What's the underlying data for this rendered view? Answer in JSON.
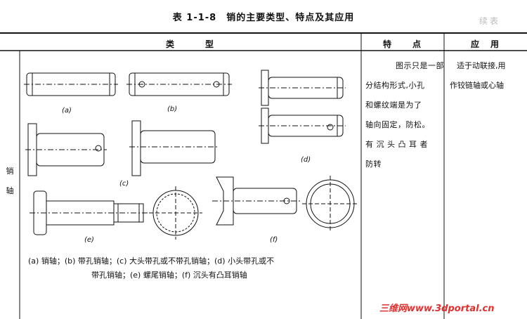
{
  "table": {
    "title": "表 1-1-8　销的主要类型、特点及其应用",
    "continued": "续表",
    "headers": {
      "type": "类　　　型",
      "feature": "特　　点",
      "application": "应　用"
    },
    "row_label": [
      "销",
      "轴"
    ],
    "figure_labels": {
      "a": "(a)",
      "b": "(b)",
      "c": "(c)",
      "d": "(d)",
      "e": "(e)",
      "f": "(f)"
    },
    "caption": [
      "(a) 销轴；(b) 带孔销轴；(c) 大头带孔或不带孔销轴；(d) 小头带孔或不",
      "带孔销轴；(e) 螺尾销轴；(f) 沉头有凸耳销轴"
    ],
    "features": [
      "图示只是一部",
      "分结构形式,小孔",
      "和螺纹端是为了",
      "轴向固定，防松。",
      "有 沉 头 凸 耳 者",
      "防转"
    ],
    "application": [
      "适于动联接,用",
      "作铰链轴或心轴"
    ]
  },
  "watermark": "三维网www.3dportal.cn",
  "colors": {
    "watermark": "#e03030",
    "continued": "#bbbbbb"
  }
}
